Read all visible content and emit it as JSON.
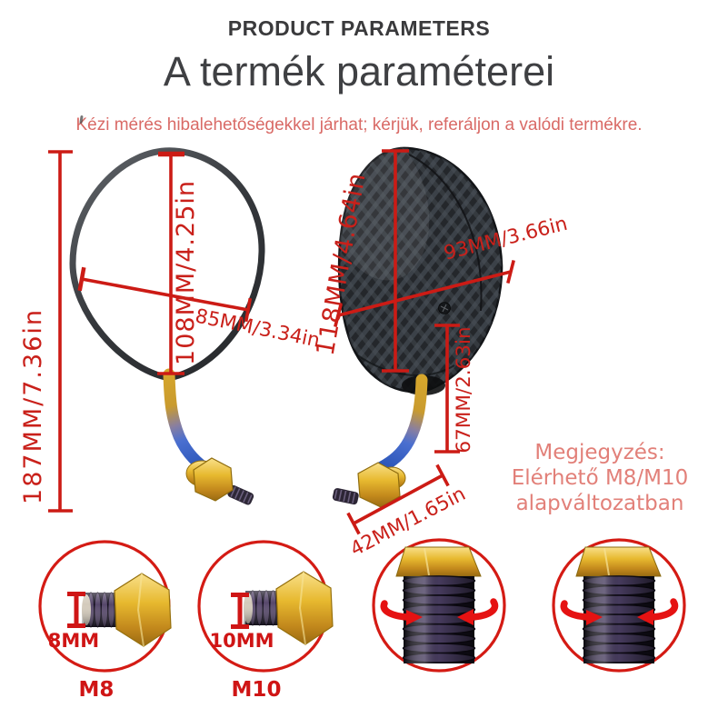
{
  "header": {
    "kicker": "PRODUCT PARAMETERS",
    "title": "A termék paraméterei",
    "disclaimer": "Kézi mérés hibalehetőségekkel járhat; kérjük, referáljon a valódi termékre."
  },
  "dimensions": {
    "left_mirror_height": "187MM/7.36in",
    "left_mirror_glass_height": "108MM/4.25in",
    "left_mirror_width": "85MM/3.34in",
    "right_mirror_height": "118MM/4.64in",
    "right_mirror_width": "93MM/3.66in",
    "right_stem_height": "67MM/2.63in",
    "right_stem_length": "42MM/1.65in"
  },
  "note": {
    "line1": "Megjegyzés:",
    "line2": "Elérhető M8/M10",
    "line3": "alapváltozatban"
  },
  "bolts": [
    {
      "diameter": "8MM",
      "thread": "M8"
    },
    {
      "diameter": "10MM",
      "thread": "M10"
    }
  ],
  "colors": {
    "dimension_red": "#c9201a",
    "salmon_text": "#d96a66",
    "note_text": "#e28079",
    "heading_dark": "#3a3a3c",
    "gold": "#e7b92f",
    "burnt_titanium_blue": "#3565cd",
    "carbon_dark": "#26292d"
  }
}
